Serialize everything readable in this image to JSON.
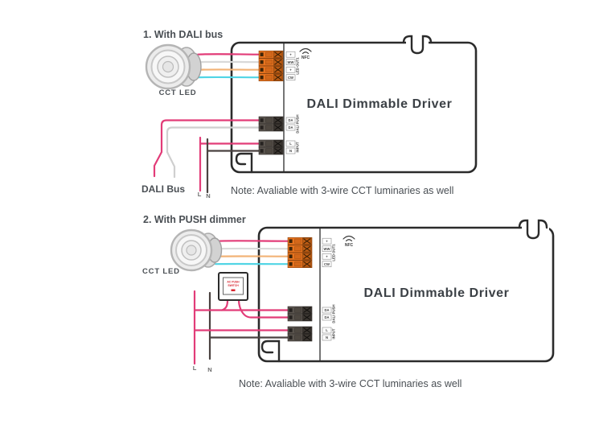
{
  "diagram1": {
    "title": "1. With DALI bus",
    "led_label": "CCT LED",
    "dali_bus_label": "DALI Bus",
    "line_label": "L",
    "neutral_label": "N",
    "note": "Note: Avaliable with 3-wire CCT luminaries as well",
    "driver": {
      "name": "DALI Dimmable Driver",
      "nfc_label": "NFC",
      "out_terminals": [
        "+",
        "WW",
        "+",
        "CW"
      ],
      "out_group_label": "LED OUT1",
      "dali_terminals": [
        "DA",
        "DA"
      ],
      "dali_group_label": "DALI PUSH",
      "input_terminals": [
        "L",
        "N"
      ],
      "input_group_label": "INPUT"
    }
  },
  "diagram2": {
    "title": "2. With PUSH dimmer",
    "led_label": "CCT LED",
    "switch_label_line1": "AC PUSH",
    "switch_label_line2": "SWITCH",
    "line_label": "L",
    "neutral_label": "N",
    "note": "Note: Avaliable with 3-wire CCT luminaries as well",
    "driver": {
      "name": "DALI Dimmable Driver",
      "nfc_label": "NFC",
      "out_terminals": [
        "+",
        "WW",
        "+",
        "CW"
      ],
      "out_group_label": "LED OUT1",
      "dali_terminals": [
        "DA",
        "DA"
      ],
      "dali_group_label": "DALI PUSH",
      "input_terminals": [
        "L",
        "N"
      ],
      "input_group_label": "INPUT"
    }
  },
  "colors": {
    "wire_live_pink": "#e23c78",
    "wire_white": "#d9d9d9",
    "wire_warm_orange": "#f2b377",
    "wire_cool_cyan": "#52d5e5",
    "wire_neutral_dark": "#4a4240",
    "wire_dali_gray": "#cfcfcf",
    "terminal_orange": "#e8741f",
    "terminal_dark": "#5a544e",
    "case_outline": "#2b2b2b",
    "label_text": "#4a4f54",
    "switch_text_red": "#d8252f"
  }
}
